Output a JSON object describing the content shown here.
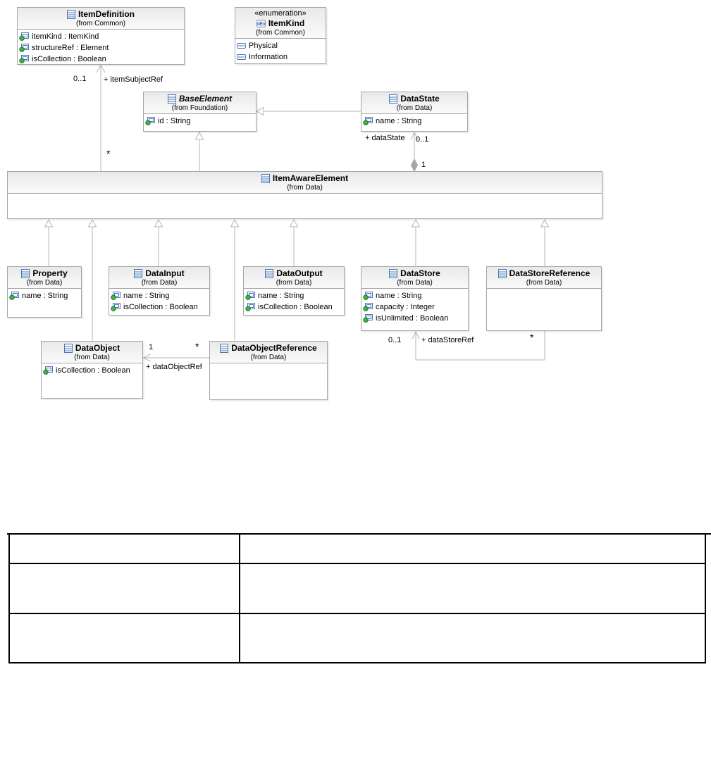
{
  "diagram": {
    "classes": [
      {
        "name": "ItemDefinition",
        "from": "(from Common)",
        "attributes": [
          "itemKind : ItemKind",
          "structureRef : Element",
          "isCollection : Boolean"
        ]
      },
      {
        "name": "ItemKind",
        "stereotype": "«enumeration»",
        "from": "(from Common)",
        "literals": [
          "Physical",
          "Information"
        ]
      },
      {
        "name": "BaseElement",
        "from": "(from Foundation)",
        "attributes": [
          "id : String"
        ],
        "abstract": true
      },
      {
        "name": "DataState",
        "from": "(from Data)",
        "attributes": [
          "name : String"
        ]
      },
      {
        "name": "ItemAwareElement",
        "from": "(from Data)",
        "attributes": []
      },
      {
        "name": "Property",
        "from": "(from Data)",
        "attributes": [
          "name : String"
        ]
      },
      {
        "name": "DataInput",
        "from": "(from Data)",
        "attributes": [
          "name : String",
          "isCollection : Boolean"
        ]
      },
      {
        "name": "DataOutput",
        "from": "(from Data)",
        "attributes": [
          "name : String",
          "isCollection : Boolean"
        ]
      },
      {
        "name": "DataStore",
        "from": "(from Data)",
        "attributes": [
          "name : String",
          "capacity : Integer",
          "isUnlimited : Boolean"
        ]
      },
      {
        "name": "DataStoreReference",
        "from": "(from Data)",
        "attributes": []
      },
      {
        "name": "DataObject",
        "from": "(from Data)",
        "attributes": [
          "isCollection : Boolean"
        ]
      },
      {
        "name": "DataObjectReference",
        "from": "(from Data)",
        "attributes": []
      }
    ],
    "edges": {
      "item_subject_ref": {
        "target_mult": "0..1",
        "role": "+ itemSubjectRef",
        "source_mult": "*"
      },
      "data_state": {
        "role": "+ dataState",
        "target_mult": "0..1",
        "source_mult": "1"
      },
      "data_object_ref": {
        "target_mult": "1",
        "source_mult": "*",
        "role": "+ dataObjectRef"
      },
      "data_store_ref": {
        "target_mult": "0..1",
        "role": "+ dataStoreRef",
        "source_mult": "*"
      }
    },
    "icons": {
      "class_icon": "class-icon",
      "enum_icon": "enumeration-icon",
      "attribute_icon": "attribute-icon",
      "literal_icon": "enum-literal-icon"
    },
    "colors": {
      "box_border": "#a6a6a6",
      "header_fill": "#e9e9e9",
      "line": "#b5b5b5",
      "diamond": "#a6a6a6",
      "icon_blue": "#4a77b6",
      "icon_green": "#45b048",
      "table_border": "#000000",
      "text": "#000000"
    }
  },
  "table": {
    "rows": 3,
    "cols": 2,
    "cells": {
      "r0c0": "",
      "r0c1": "",
      "r1c0": "",
      "r1c1": "",
      "r2c0": "",
      "r2c1": ""
    }
  }
}
